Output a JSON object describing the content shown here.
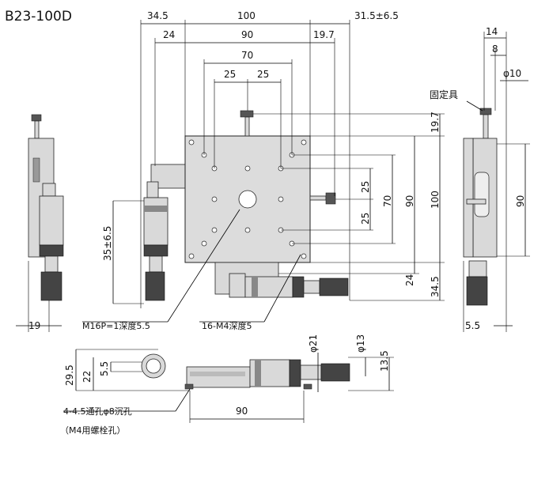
{
  "model": "B23-100D",
  "top_dims": {
    "a": "34.5",
    "b": "100",
    "c": "31.5±6.5",
    "d": "24",
    "e": "90",
    "f": "19.7",
    "g": "70",
    "h1": "25",
    "h2": "25"
  },
  "right_dims": {
    "r1": "19.7",
    "r2": "25",
    "r3": "70",
    "r4": "25",
    "r5": "90",
    "r6": "100",
    "r7": "24",
    "r8": "34.5"
  },
  "left_dims": {
    "height": "35±6.5",
    "bottom": "19"
  },
  "side_dims": {
    "s14": "14",
    "s8": "8",
    "phi10": "φ10",
    "fixture": "固定具",
    "s90": "90",
    "s55": "5.5"
  },
  "bottom_dims": {
    "phi21": "φ21",
    "phi13": "φ13",
    "h135": "13.5",
    "h295": "29.5",
    "h22": "22",
    "h55": "5.5",
    "w90": "90"
  },
  "notes": {
    "m16": "M16P=1深度5.5",
    "m4": "16-M4深度5",
    "holes1": "4-4.5通孔φ8沉孔",
    "holes2": "（M4用螺栓孔）"
  }
}
